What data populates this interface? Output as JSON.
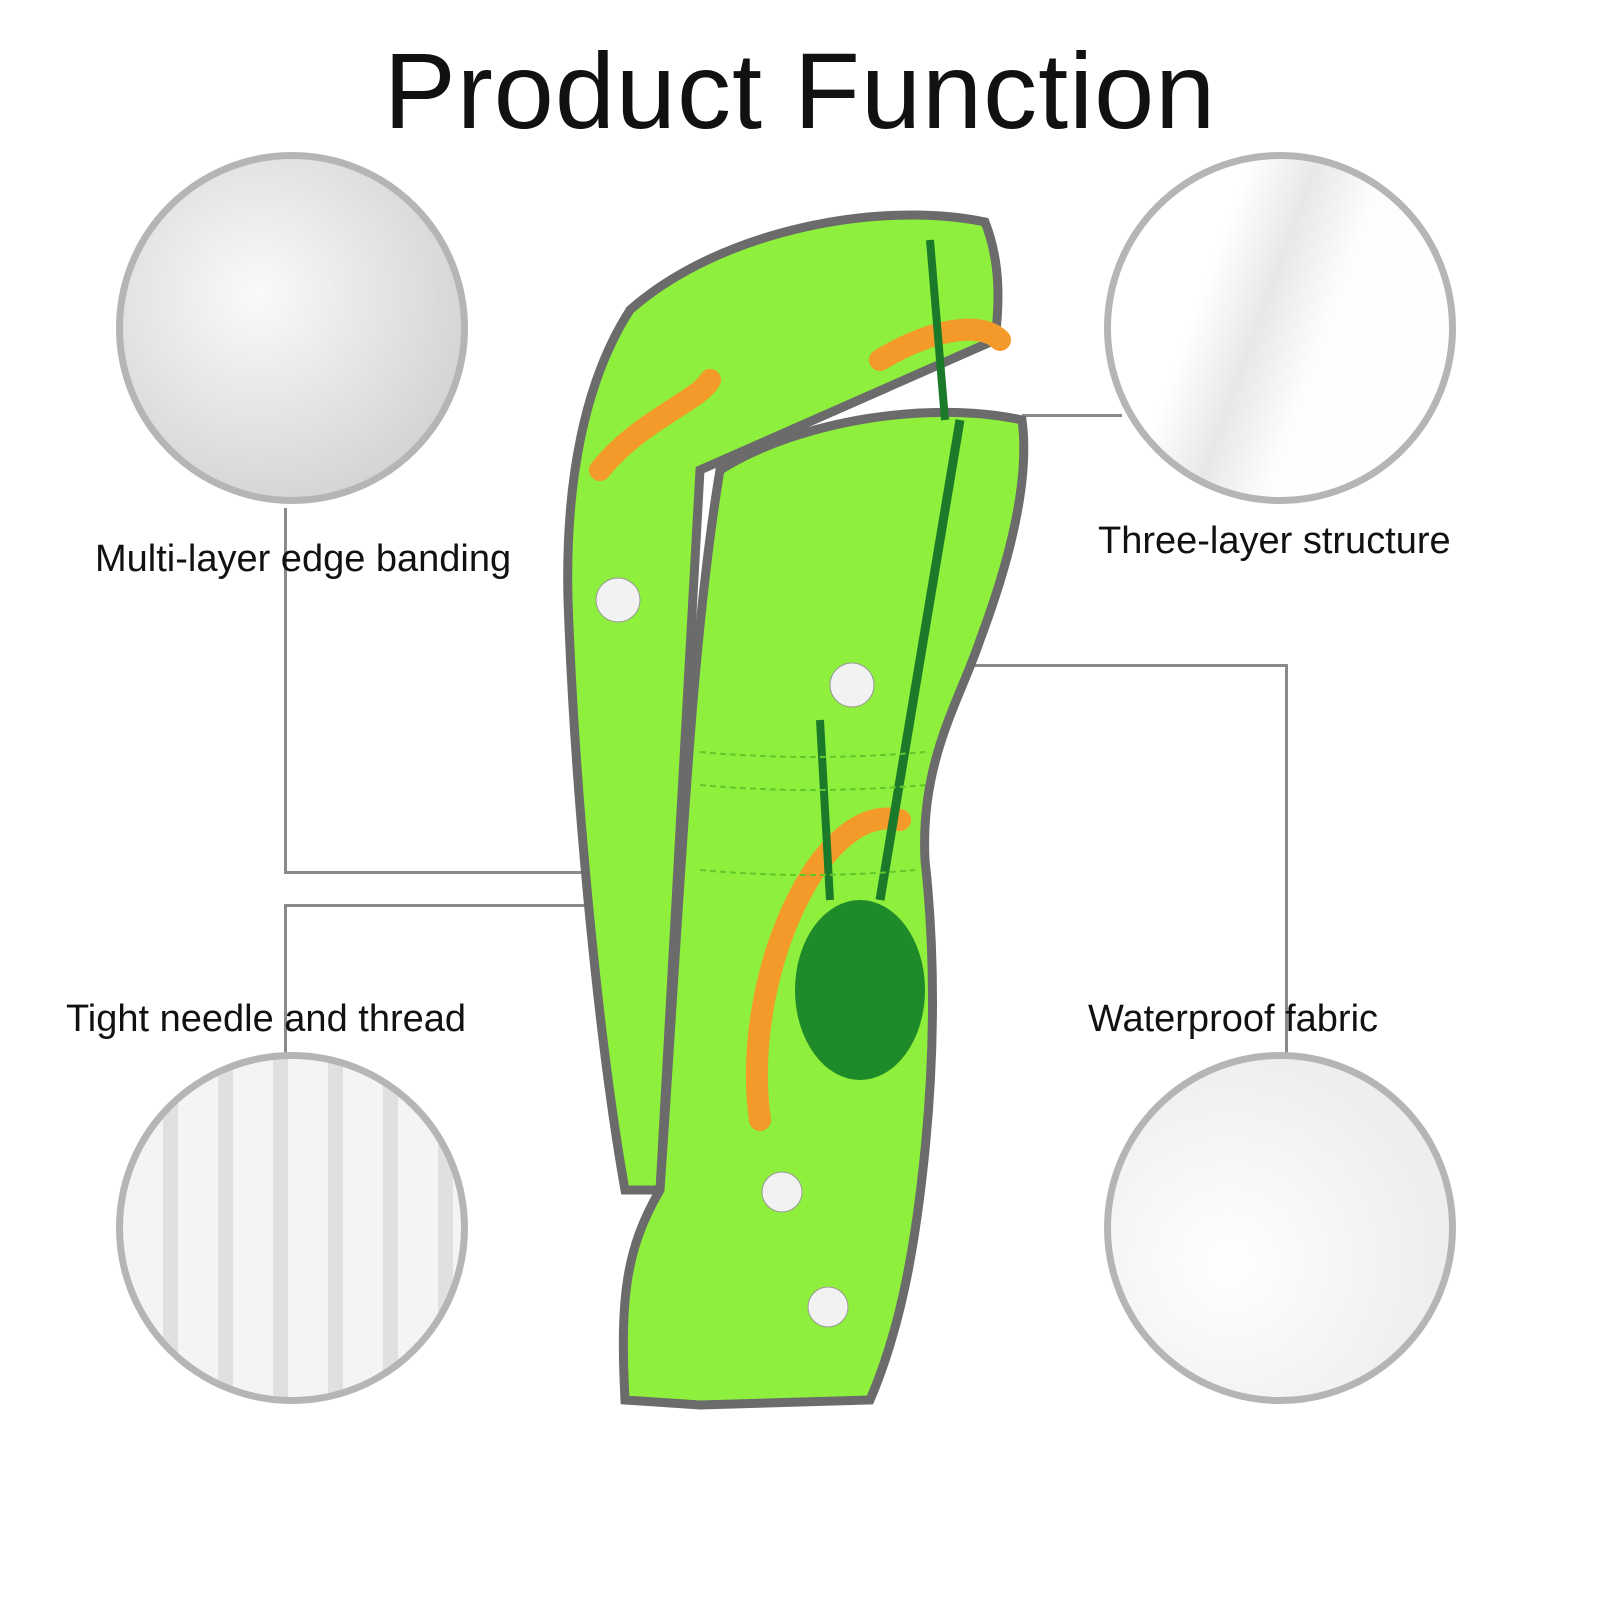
{
  "title": "Product Function",
  "features": [
    {
      "label": "Multi-layer edge banding",
      "icon": "fabric-edge-closeup"
    },
    {
      "label": "Three-layer structure",
      "icon": "fabric-layer-closeup"
    },
    {
      "label": "Tight needle and thread",
      "icon": "stitching-closeup"
    },
    {
      "label": "Waterproof fabric",
      "icon": "water-droplets-closeup"
    }
  ],
  "colors": {
    "fabric": "#8ef03c",
    "edge": "#6b6b6b",
    "ribbon": "#f39a2a",
    "bag": "#1f8a2a"
  }
}
